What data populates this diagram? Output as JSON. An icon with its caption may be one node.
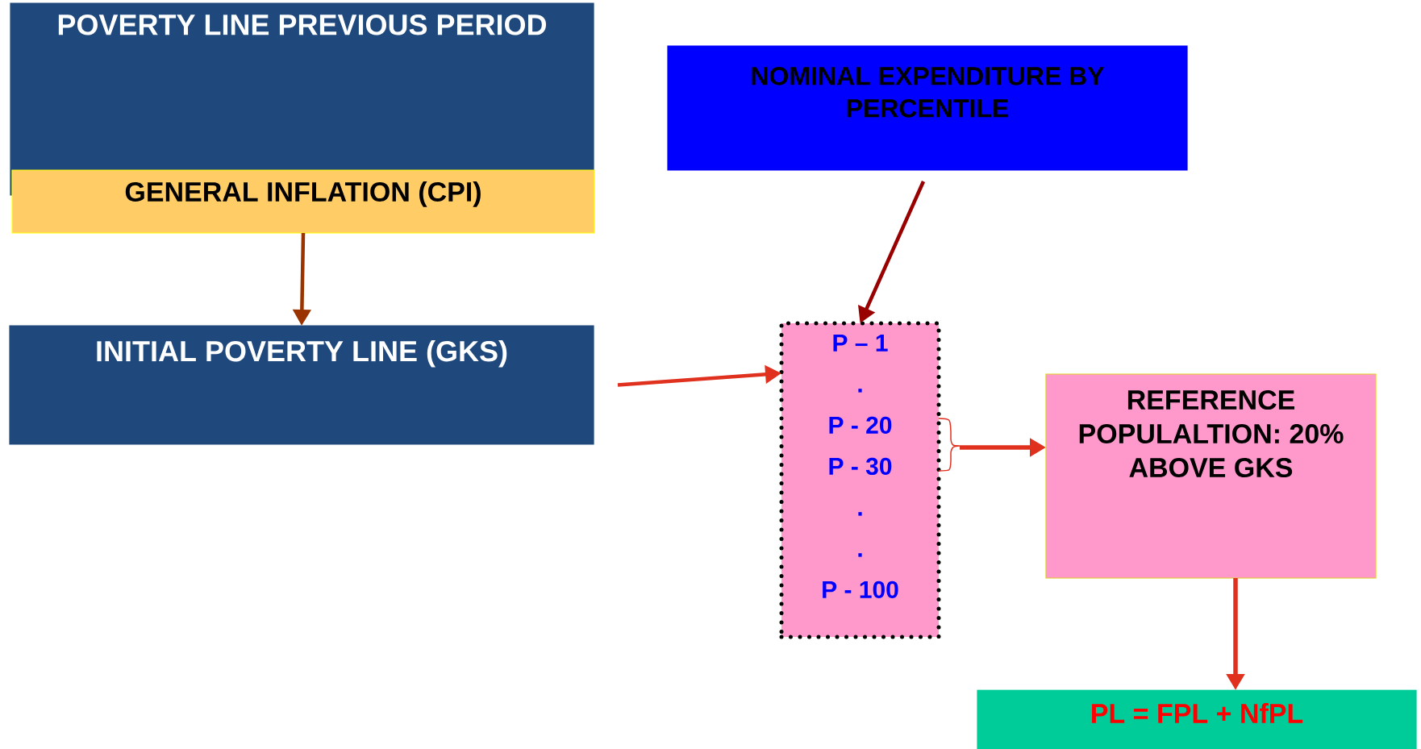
{
  "diagram": {
    "nodes": [
      {
        "text": [
          "POVERTY LINE PREVIOUS PERIOD"
        ]
      },
      {
        "text": [
          "GENERAL INFLATION (CPI)"
        ]
      },
      {
        "text": [
          "INITIAL POVERTY LINE (GKS)"
        ]
      },
      {
        "text": [
          "NOMINAL EXPENDITURE BY PERCENTILE"
        ]
      },
      {
        "text": [
          "P – 1",
          ".",
          "P - 20",
          "P - 30",
          ".",
          ".",
          "P - 100"
        ]
      },
      {
        "text": [
          "REFERENCE POPULALTION: 20% ABOVE GKS"
        ]
      },
      {
        "text": [
          "PL = FPL + NfPL"
        ]
      }
    ],
    "edges": [
      {
        "from": 1,
        "to": 2,
        "arrow": "to",
        "color": "#993300"
      },
      {
        "from": 2,
        "to": 4,
        "arrow": "to"
      },
      {
        "from": 3,
        "to": 4,
        "arrow": "to",
        "color": "#990000"
      },
      {
        "from": 4,
        "to": 5,
        "arrow": "to"
      },
      {
        "from": 5,
        "to": 6,
        "arrow": "to"
      }
    ]
  }
}
